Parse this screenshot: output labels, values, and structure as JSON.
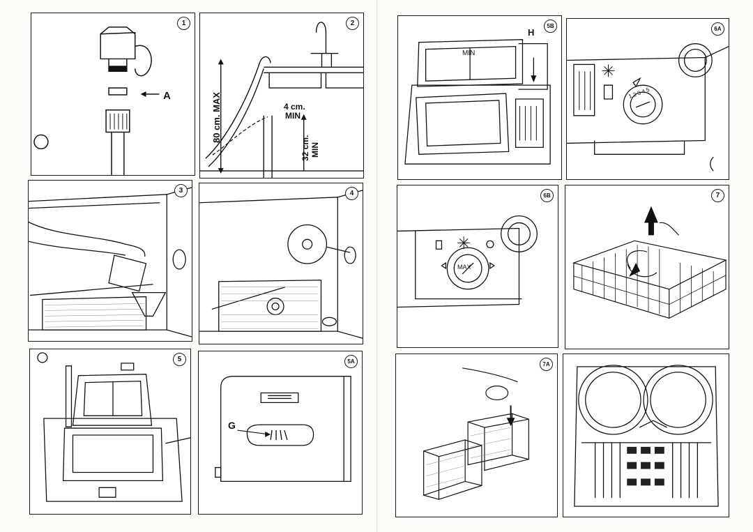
{
  "panels": [
    {
      "id": "1",
      "badge": "1"
    },
    {
      "id": "2",
      "badge": "2"
    },
    {
      "id": "3",
      "badge": "3"
    },
    {
      "id": "4",
      "badge": "4"
    },
    {
      "id": "5",
      "badge": "5"
    },
    {
      "id": "5A",
      "badge": "5A"
    },
    {
      "id": "5B",
      "badge": "5B"
    },
    {
      "id": "6A",
      "badge": "6A"
    },
    {
      "id": "6B",
      "badge": "6B"
    },
    {
      "id": "7",
      "badge": "7"
    },
    {
      "id": "7A",
      "badge": "7A"
    }
  ],
  "labels": {
    "p1_a": "A",
    "p2_max": "80 cm. MAX",
    "p2_4cm": "4 cm.",
    "p2_4min": "MIN",
    "p2_32cm": "32 cm.",
    "p2_32min": "MIN",
    "p5a_g": "G",
    "p5b_h": "H",
    "p5b_min": "MIN",
    "p6a_scale": "1 2 3 4 5",
    "p6b_max": "MAX"
  }
}
